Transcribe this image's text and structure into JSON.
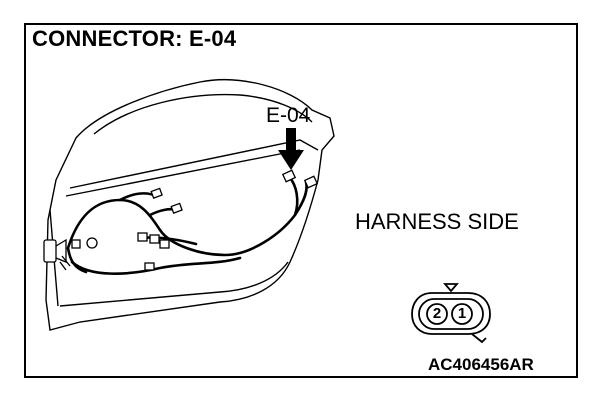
{
  "title": "CONNECTOR: E-04",
  "callout_label": "E-04",
  "side_label": "HARNESS SIDE",
  "pin_labels": [
    "2",
    "1"
  ],
  "figure_code": "AC406456AR",
  "colors": {
    "line": "#000000",
    "background": "#ffffff"
  },
  "icons": [
    "down-arrow-icon",
    "connector-face-icon"
  ]
}
